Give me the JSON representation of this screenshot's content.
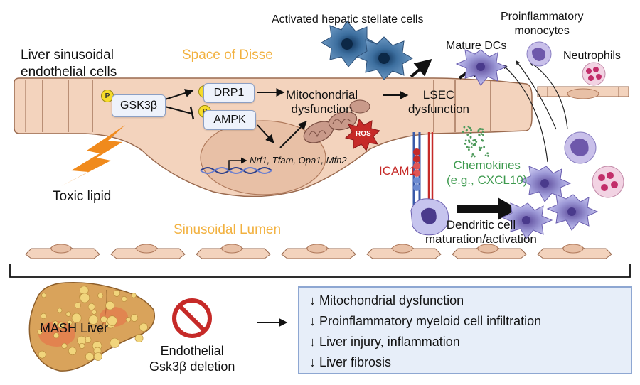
{
  "labels": {
    "lsec_title_line1": "Liver sinusoidal",
    "lsec_title_line2": "endothelial cells",
    "space_of_disse": "Space of Disse",
    "activated_hsc": "Activated hepatic stellate cells",
    "proinflammatory_line1": "Proinflammatory",
    "proinflammatory_line2": "monocytes",
    "mature_dcs": "Mature DCs",
    "neutrophils": "Neutrophils",
    "gsk3b": "GSK3β",
    "drp1": "DRP1",
    "ampk": "AMPK",
    "p_badge": "P",
    "mito_line1": "Mitochondrial",
    "mito_line2": "dysfunction",
    "lsec_dys_line1": "LSEC",
    "lsec_dys_line2": "dysfunction",
    "genes": "Nrf1, Tfam, Opa1, Mfn2",
    "ros": "ROS",
    "icam1": "ICAM1",
    "chemokines_line1": "Chemokines",
    "chemokines_line2": "(e.g., CXCL10)",
    "toxic_lipid": "Toxic lipid",
    "sinusoidal_lumen": "Sinusoidal Lumen",
    "dc_line1": "Dendritic cell",
    "dc_line2": "maturation/activation",
    "mash_liver": "MASH Liver",
    "deletion_line1": "Endothelial",
    "deletion_line2": "Gsk3β deletion"
  },
  "outcomes": [
    "↓ Mitochondrial dysfunction",
    "↓ Proinflammatory myeloid cell infiltration",
    "↓ Liver injury, inflammation",
    "↓ Liver fibrosis"
  ],
  "colors": {
    "cell_fill": "#f3d3bd",
    "cell_stroke": "#9a6a4f",
    "nucleus": "#e8c0a6",
    "hsc": "#4a7aa8",
    "dc": "#a9a6dc",
    "ros": "#c62a28",
    "outcome_box": "#e7eef9"
  }
}
